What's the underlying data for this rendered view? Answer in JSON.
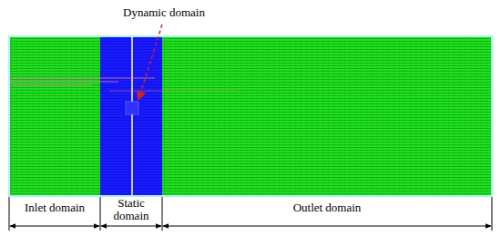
{
  "diagram": {
    "labels": [
      "Dynamic domain",
      "Inlet domain",
      "Static domain",
      "Outlet domain"
    ]
  }
}
